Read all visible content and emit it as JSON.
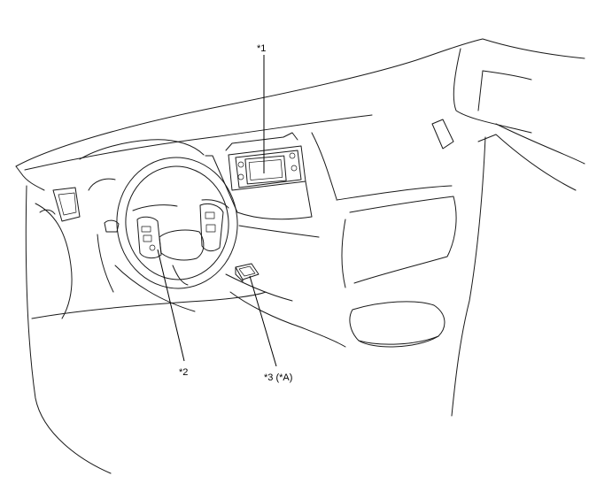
{
  "callouts": {
    "c1": "*1",
    "c2": "*2",
    "c3": "*3 (*A)"
  }
}
